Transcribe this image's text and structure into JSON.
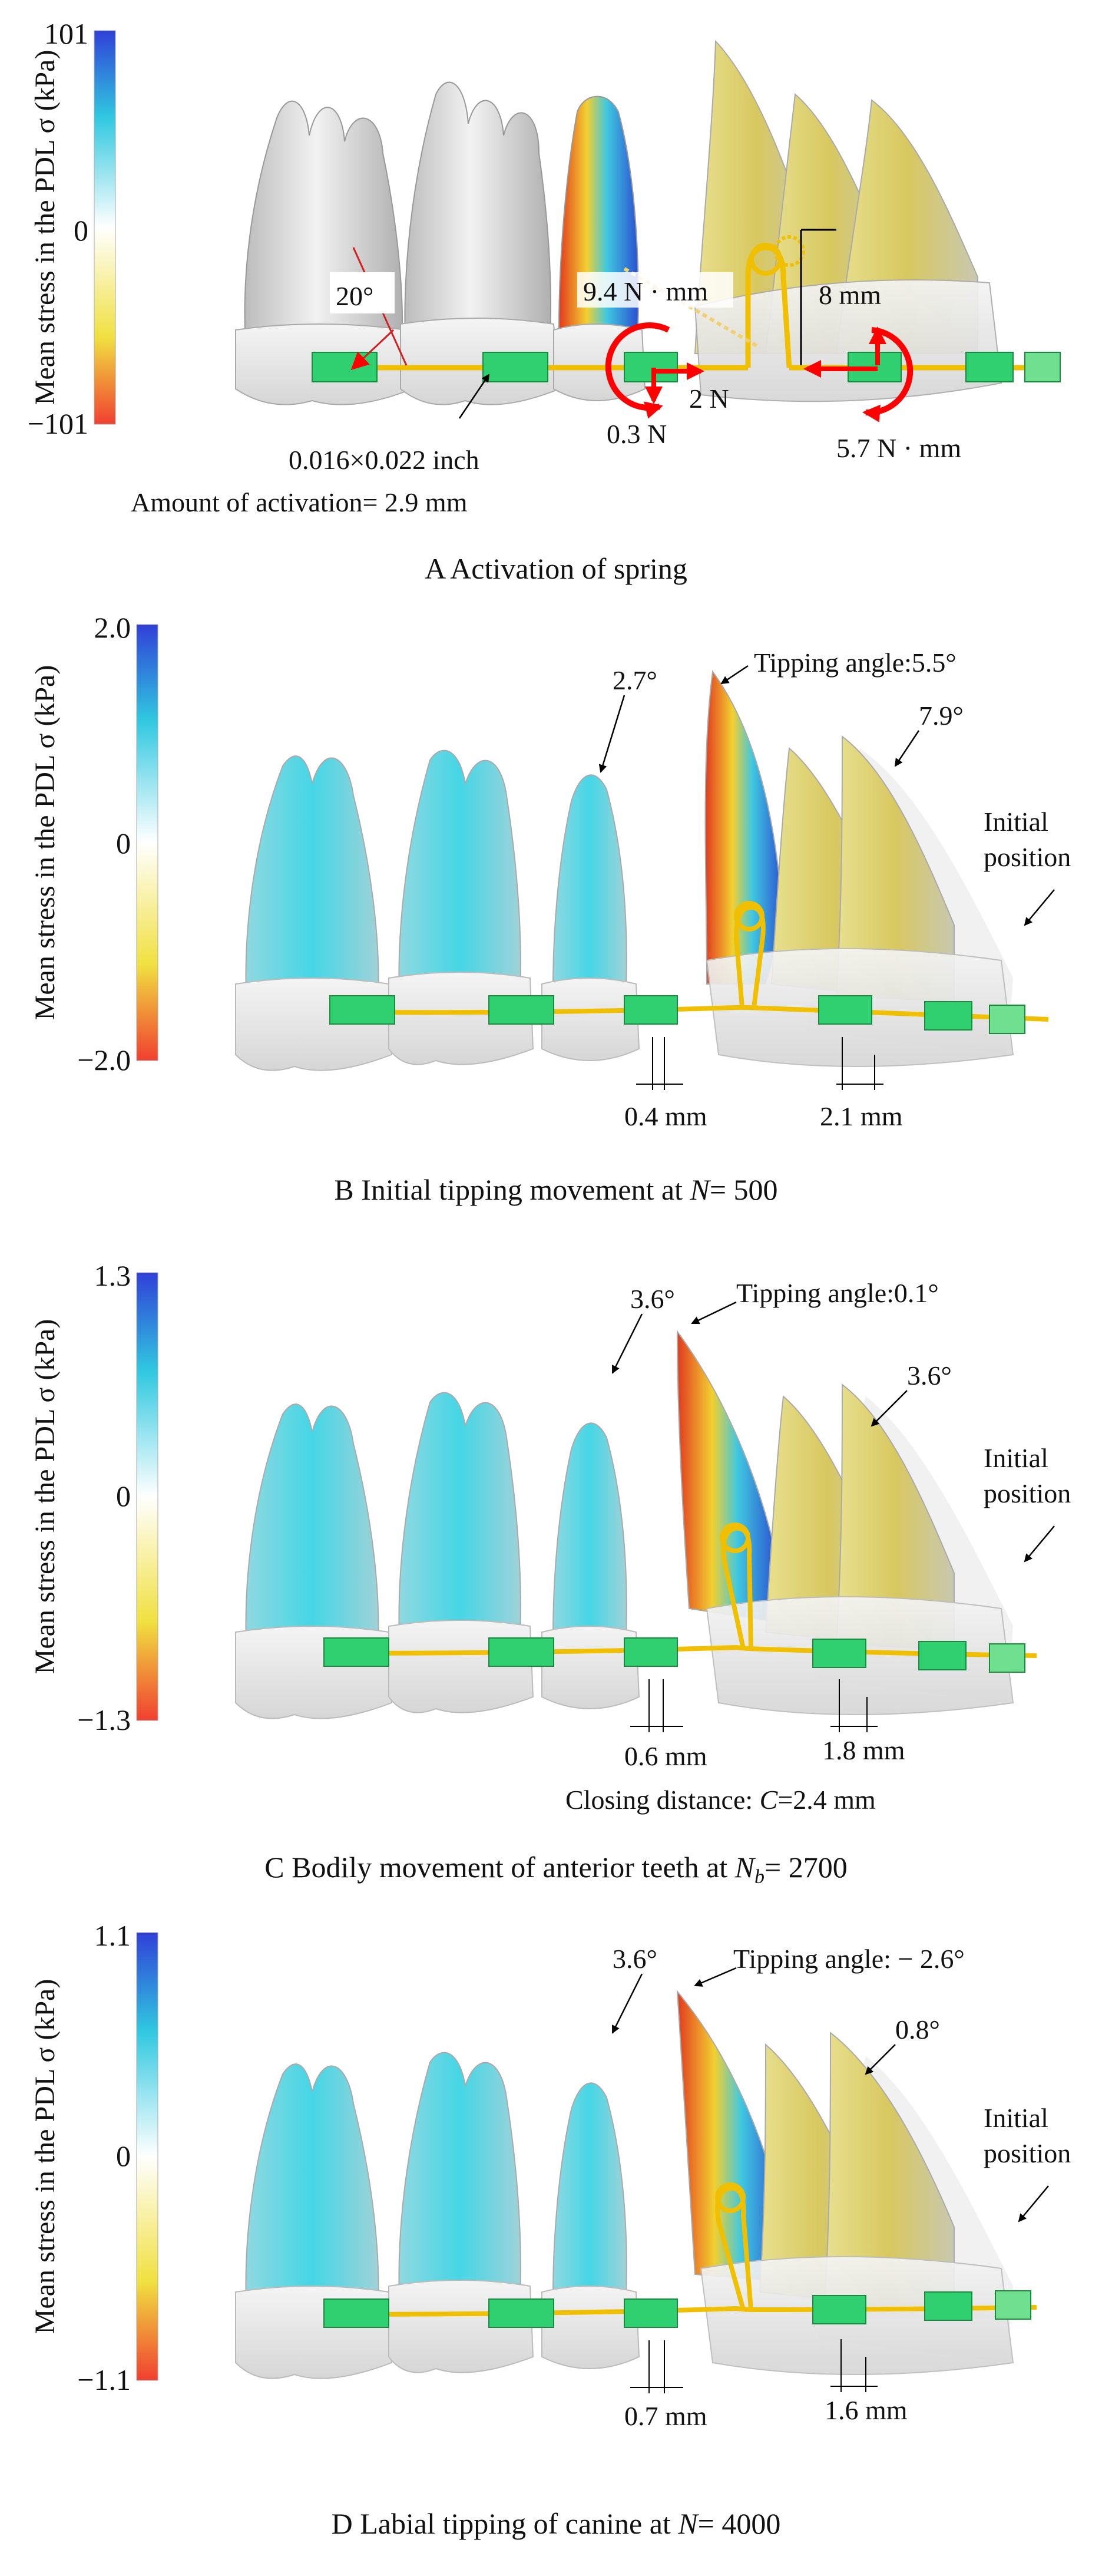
{
  "colorbar_title": "Mean stress in the PDL σ (kPa)",
  "panels": {
    "a": {
      "caption": "A   Activation of spring",
      "scale": {
        "max": "101",
        "mid": "0",
        "min": "−101"
      },
      "labels": {
        "angle": "20°",
        "moment_large": "9.4 N · mm",
        "height": "8 mm",
        "force_big": "2 N",
        "force_small": "0.3 N",
        "moment_small": "5.7 N · mm",
        "wire": "0.016×0.022 inch",
        "activation": "Amount of activation= 2.9 mm"
      }
    },
    "b": {
      "caption_prefix": "B   Initial tipping movement at ",
      "caption_var": "N",
      "caption_suffix": "= 500",
      "scale": {
        "max": "2.0",
        "mid": "0",
        "min": "−2.0"
      },
      "labels": {
        "angle_premolar": "2.7°",
        "tipping": "Tipping angle:5.5°",
        "angle_incisor": "7.9°",
        "initial_line1": "Initial",
        "initial_line2": "position",
        "gap_left": "0.4 mm",
        "gap_right": "2.1 mm"
      }
    },
    "c": {
      "caption_prefix": "C   Bodily movement of anterior teeth at ",
      "caption_var": "N",
      "caption_sub": "b",
      "caption_suffix": "= 2700",
      "scale": {
        "max": "1.3",
        "mid": "0",
        "min": "−1.3"
      },
      "labels": {
        "angle_premolar": "3.6°",
        "tipping": "Tipping angle:0.1°",
        "angle_incisor": "3.6°",
        "initial_line1": "Initial",
        "initial_line2": "position",
        "gap_left": "0.6 mm",
        "gap_right": "1.8 mm",
        "closing_prefix": "Closing distance: ",
        "closing_var": "C",
        "closing_suffix": "=2.4 mm"
      }
    },
    "d": {
      "caption_prefix": "D   Labial tipping of canine at ",
      "caption_var": "N",
      "caption_suffix": "= 4000",
      "scale": {
        "max": "1.1",
        "mid": "0",
        "min": "−1.1"
      },
      "labels": {
        "angle_premolar": "3.6°",
        "tipping": "Tipping angle: − 2.6°",
        "angle_incisor": "0.8°",
        "initial_line1": "Initial",
        "initial_line2": "position",
        "gap_left": "0.7 mm",
        "gap_right": "1.6 mm"
      }
    }
  },
  "colors": {
    "stress_max": "#3040d8",
    "stress_high": "#30c8e0",
    "stress_zero": "#ffffff",
    "stress_low": "#f0e040",
    "stress_min": "#f04030",
    "wire": "#f0c000",
    "bracket": "#30d070",
    "tooth": "#d8d8d8",
    "force_arrow": "#ff0000"
  }
}
